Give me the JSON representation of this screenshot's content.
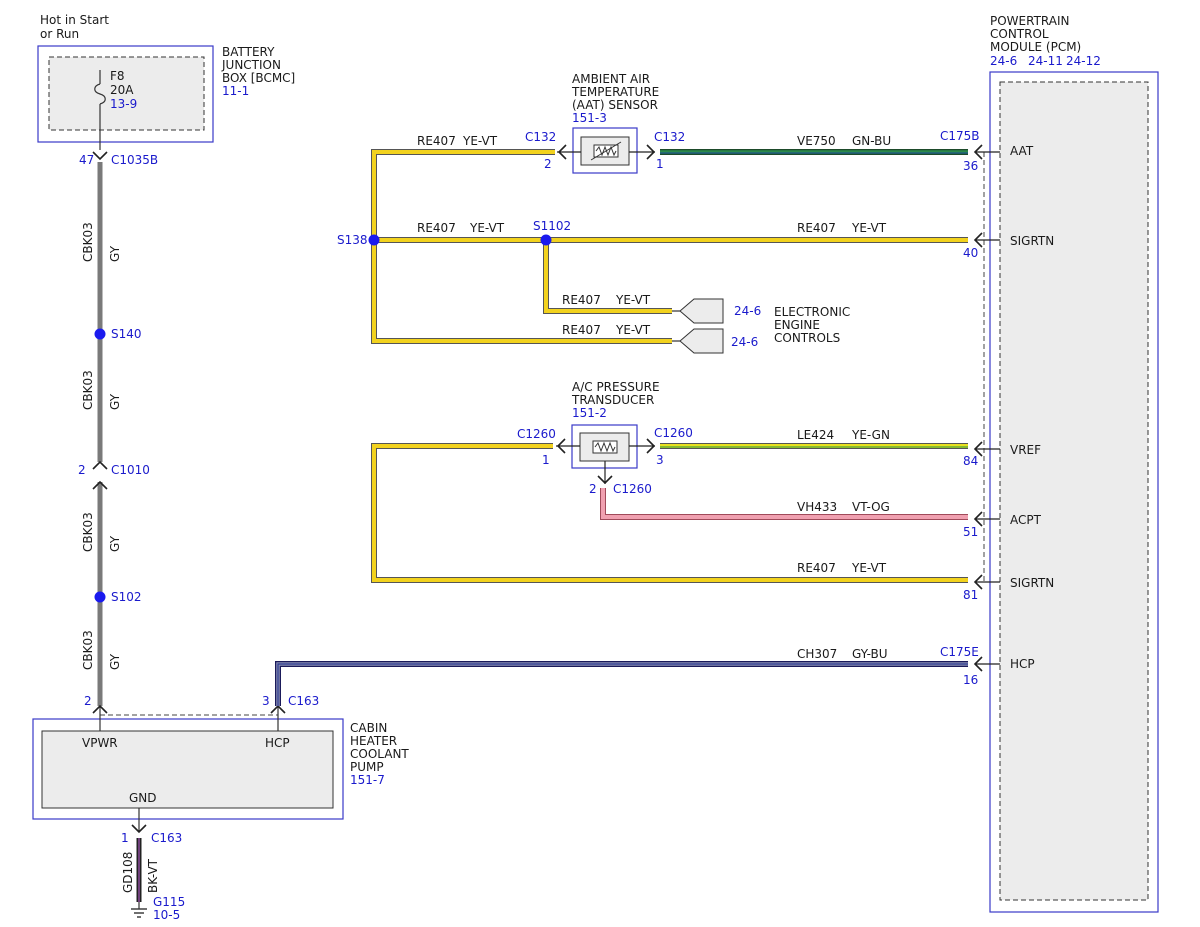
{
  "top_note": [
    "Hot in Start",
    "or Run"
  ],
  "bjb": {
    "title": [
      "BATTERY",
      "JUNCTION",
      "BOX [BCMC]"
    ],
    "ref": "11-1",
    "fuse_name": "F8",
    "fuse_amps": "20A",
    "fuse_ref": "13-9"
  },
  "pcm": {
    "title": [
      "POWERTRAIN",
      "CONTROL",
      "MODULE (PCM)"
    ],
    "refs": [
      "24-6",
      "24-11",
      "24-12"
    ],
    "pins": [
      {
        "label": "AAT",
        "pin": "36"
      },
      {
        "label": "SIGRTN",
        "pin": "40"
      },
      {
        "label": "VREF",
        "pin": "84"
      },
      {
        "label": "ACPT",
        "pin": "51"
      },
      {
        "label": "SIGRTN",
        "pin": "81"
      },
      {
        "label": "HCP",
        "pin": "16"
      }
    ]
  },
  "aat": {
    "title": [
      "AMBIENT AIR",
      "TEMPERATURE",
      "(AAT) SENSOR"
    ],
    "ref": "151-3",
    "conn_left": "C132",
    "pin_left": "2",
    "conn_right": "C132",
    "pin_right": "1"
  },
  "acp": {
    "title": [
      "A/C PRESSURE",
      "TRANSDUCER"
    ],
    "ref": "151-2",
    "conn_left": "C1260",
    "pin_left": "1",
    "conn_right": "C1260",
    "pin_right": "3",
    "conn_bottom": "C1260",
    "pin_bottom": "2"
  },
  "eec": {
    "title": [
      "ELECTRONIC",
      "ENGINE",
      "CONTROLS"
    ],
    "ref1": "24-6",
    "ref2": "24-6"
  },
  "pump": {
    "title": [
      "CABIN",
      "HEATER",
      "COOLANT",
      "PUMP"
    ],
    "ref": "151-7",
    "vpwr": "VPWR",
    "hcp": "HCP",
    "gnd": "GND",
    "pin_vpwr": "2",
    "pin_hcp": "3",
    "conn_hcp": "C163",
    "pin_gnd": "1",
    "conn_gnd": "C163"
  },
  "connectors": {
    "c1035b": "C1035B",
    "c1035b_pin": "47",
    "c1010": "C1010",
    "c1010_pin": "2",
    "c175b": "C175B",
    "c175e": "C175E"
  },
  "splices": {
    "s138": "S138",
    "s1102": "S1102",
    "s140": "S140",
    "s102": "S102"
  },
  "ground": {
    "name": "G115",
    "ref": "10-5"
  },
  "wires": {
    "cbk03": "CBK03",
    "gy": "GY",
    "re407": "RE407",
    "ye_vt": "YE-VT",
    "ve750": "VE750",
    "gn_bu": "GN-BU",
    "le424": "LE424",
    "ye_gn": "YE-GN",
    "vh433": "VH433",
    "vt_og": "VT-OG",
    "ch307": "CH307",
    "gy_bu": "GY-BU",
    "gd108": "GD108",
    "bk_vt": "BK-VT"
  },
  "colors": {
    "yellow": "#f2d21e",
    "green": "#1f7a3a",
    "blue": "#2d3b8f",
    "pink": "#e3899b",
    "gray": "#7a7a7a",
    "label_blue": "#1a1acc"
  }
}
